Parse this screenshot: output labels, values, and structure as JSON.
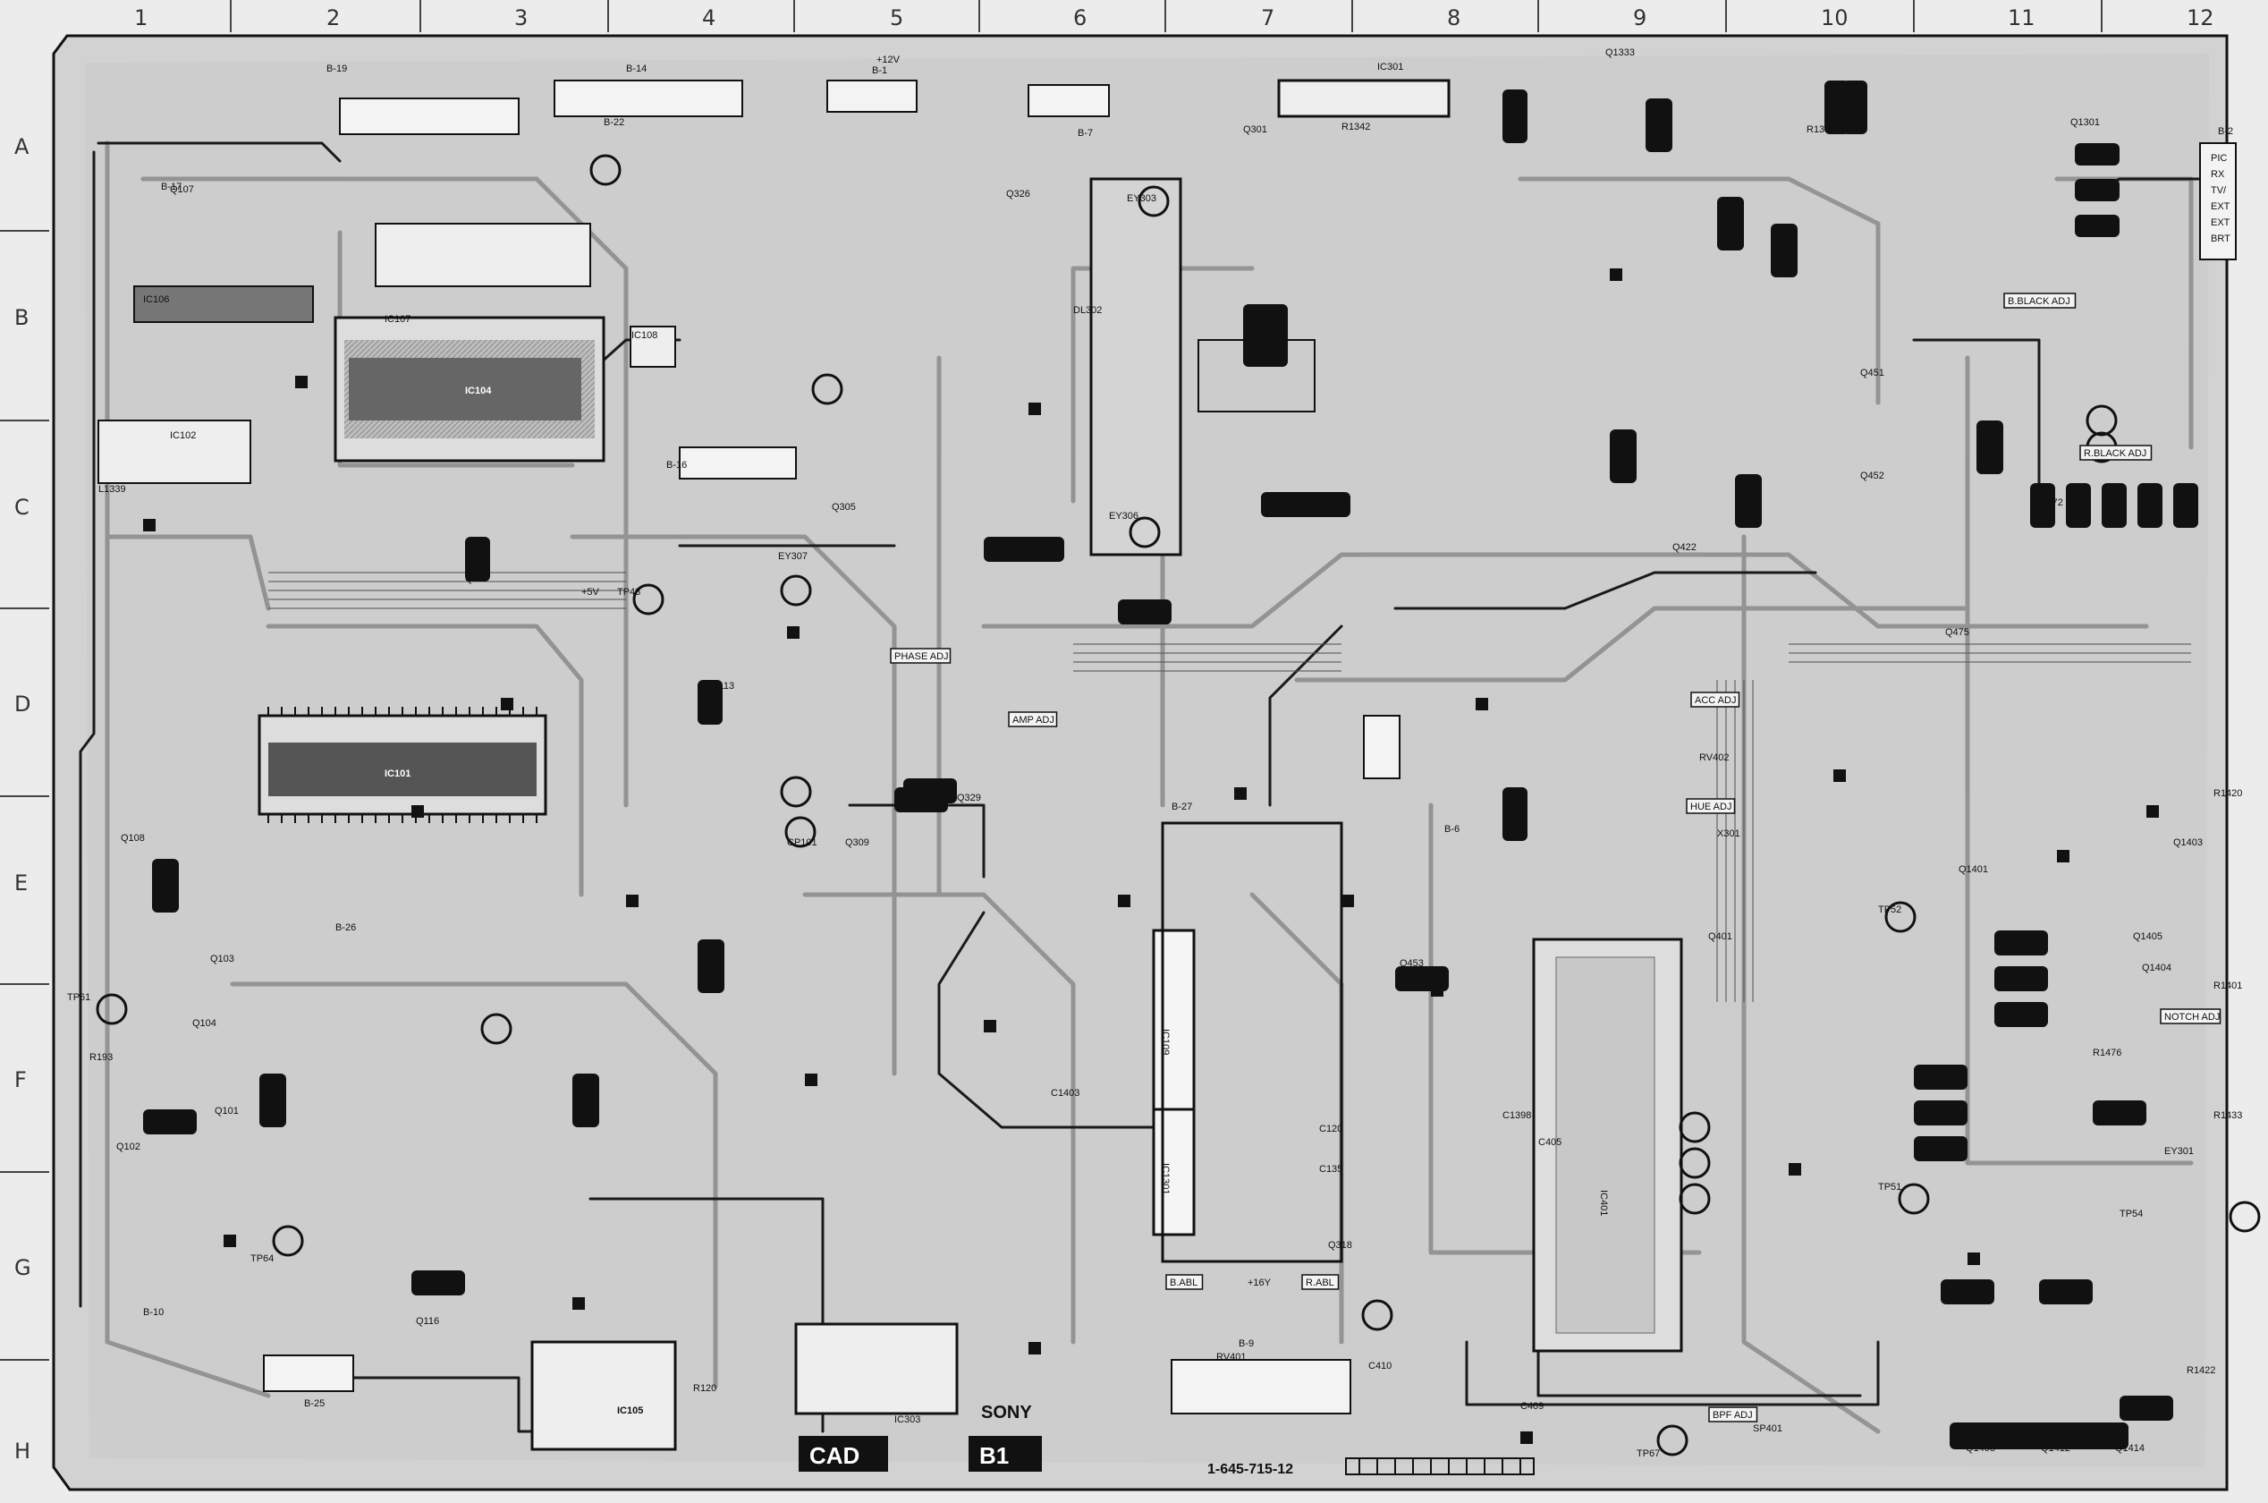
{
  "grid": {
    "columns": [
      "1",
      "2",
      "3",
      "4",
      "5",
      "6",
      "7",
      "8",
      "9",
      "10",
      "11",
      "12"
    ],
    "rows": [
      "A",
      "B",
      "C",
      "D",
      "E",
      "F",
      "G",
      "H"
    ]
  },
  "board": {
    "id": "B1",
    "part_number": "1-645-715-12",
    "brand": "SONY",
    "cad_mark": "CAD"
  },
  "chips": [
    {
      "name": "IC101"
    },
    {
      "name": "IC102"
    },
    {
      "name": "IC104"
    },
    {
      "name": "IC105"
    },
    {
      "name": "IC106"
    },
    {
      "name": "IC107"
    },
    {
      "name": "IC108"
    },
    {
      "name": "IC109"
    },
    {
      "name": "IC301"
    },
    {
      "name": "IC303"
    },
    {
      "name": "IC401"
    },
    {
      "name": "IC1301"
    }
  ],
  "connectors": [
    {
      "name": "B-1"
    },
    {
      "name": "B-2"
    },
    {
      "name": "B-6"
    },
    {
      "name": "B-7"
    },
    {
      "name": "B-9"
    },
    {
      "name": "B-10"
    },
    {
      "name": "B-14"
    },
    {
      "name": "B-16"
    },
    {
      "name": "B-17"
    },
    {
      "name": "B-19"
    },
    {
      "name": "B-22"
    },
    {
      "name": "B-25"
    },
    {
      "name": "B-26"
    },
    {
      "name": "B-27"
    }
  ],
  "adjustments": [
    {
      "name": "PHASE ADJ"
    },
    {
      "name": "AMP ADJ"
    },
    {
      "name": "ACC ADJ"
    },
    {
      "name": "HUE ADJ"
    },
    {
      "name": "BPF ADJ"
    },
    {
      "name": "B.BLACK ADJ"
    },
    {
      "name": "R.BLACK ADJ"
    },
    {
      "name": "NOTCH ADJ"
    },
    {
      "name": "B.ABL"
    },
    {
      "name": "R.ABL"
    }
  ],
  "test_points": [
    {
      "name": "TP43"
    },
    {
      "name": "TP51"
    },
    {
      "name": "TP52"
    },
    {
      "name": "TP54"
    },
    {
      "name": "TP61"
    },
    {
      "name": "TP64"
    },
    {
      "name": "TP67"
    }
  ],
  "rail_labels": [
    {
      "name": "+5V"
    },
    {
      "name": "+12V"
    },
    {
      "name": "+16Y"
    }
  ],
  "parts": [
    {
      "ref": "Q101"
    },
    {
      "ref": "Q102"
    },
    {
      "ref": "Q103"
    },
    {
      "ref": "Q104"
    },
    {
      "ref": "Q107"
    },
    {
      "ref": "Q108"
    },
    {
      "ref": "Q110"
    },
    {
      "ref": "Q113"
    },
    {
      "ref": "Q116"
    },
    {
      "ref": "Q301"
    },
    {
      "ref": "Q305"
    },
    {
      "ref": "Q309"
    },
    {
      "ref": "Q318"
    },
    {
      "ref": "Q326"
    },
    {
      "ref": "Q329"
    },
    {
      "ref": "Q401"
    },
    {
      "ref": "Q422"
    },
    {
      "ref": "Q451"
    },
    {
      "ref": "Q452"
    },
    {
      "ref": "Q453"
    },
    {
      "ref": "Q472"
    },
    {
      "ref": "Q475"
    },
    {
      "ref": "Q1301"
    },
    {
      "ref": "Q1333"
    },
    {
      "ref": "Q1401"
    },
    {
      "ref": "Q1403"
    },
    {
      "ref": "Q1404"
    },
    {
      "ref": "Q1405"
    },
    {
      "ref": "Q1408"
    },
    {
      "ref": "Q1412"
    },
    {
      "ref": "Q1414"
    },
    {
      "ref": "R120"
    },
    {
      "ref": "R193"
    },
    {
      "ref": "R1338"
    },
    {
      "ref": "R1342"
    },
    {
      "ref": "R1401"
    },
    {
      "ref": "R1420"
    },
    {
      "ref": "R1422"
    },
    {
      "ref": "R1433"
    },
    {
      "ref": "R1476"
    },
    {
      "ref": "C120"
    },
    {
      "ref": "C135"
    },
    {
      "ref": "C405"
    },
    {
      "ref": "C409"
    },
    {
      "ref": "C410"
    },
    {
      "ref": "C1398"
    },
    {
      "ref": "C1403"
    },
    {
      "ref": "EY301"
    },
    {
      "ref": "EY303"
    },
    {
      "ref": "EY306"
    },
    {
      "ref": "EY307"
    },
    {
      "ref": "CP101"
    },
    {
      "ref": "L1339"
    },
    {
      "ref": "RV401"
    },
    {
      "ref": "RV402"
    },
    {
      "ref": "X301"
    },
    {
      "ref": "SP401"
    },
    {
      "ref": "DL302"
    }
  ],
  "edge_labels_right": [
    {
      "name": "PIC"
    },
    {
      "name": "RX"
    },
    {
      "name": "TV/"
    },
    {
      "name": "EXT"
    },
    {
      "name": "EXT"
    },
    {
      "name": "BRT"
    }
  ],
  "colors": {
    "board": "#d8d8d8",
    "trace": "#8a8a8a",
    "trace_dark": "#2a2a2a",
    "component": "#111111",
    "silk_bg": "#f5f5f5"
  }
}
